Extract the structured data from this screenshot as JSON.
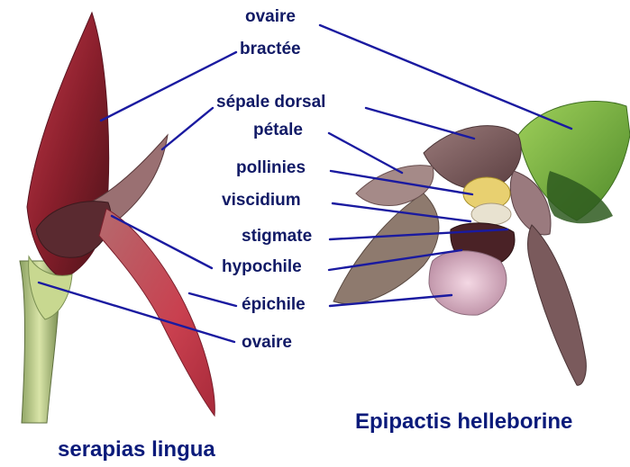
{
  "labels": {
    "ovaire_top": "ovaire",
    "bractee": "bractée",
    "sepale_dorsal": "sépale dorsal",
    "petale": "pétale",
    "pollinies": "pollinies",
    "viscidium": "viscidium",
    "stigmate": "stigmate",
    "hypochile": "hypochile",
    "epichile": "épichile",
    "ovaire_bottom": "ovaire"
  },
  "captions": {
    "left_species": "serapias lingua",
    "right_species": "Epipactis helleborine"
  },
  "colors": {
    "label_text": "#111a66",
    "caption_text": "#0a1a7a",
    "leader_line": "#1a1aa0",
    "background": "#ffffff"
  }
}
